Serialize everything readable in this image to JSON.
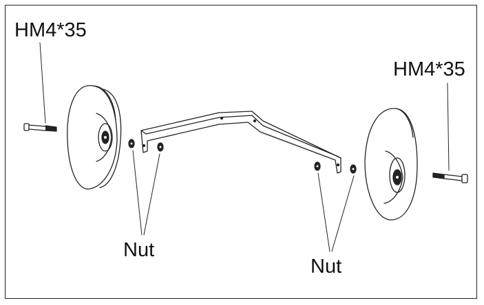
{
  "labels": {
    "bolt_left": "HM4*35",
    "bolt_right": "HM4*35",
    "nut_left": "Nut",
    "nut_right": "Nut"
  },
  "colors": {
    "line": "#222222",
    "background": "#ffffff"
  }
}
